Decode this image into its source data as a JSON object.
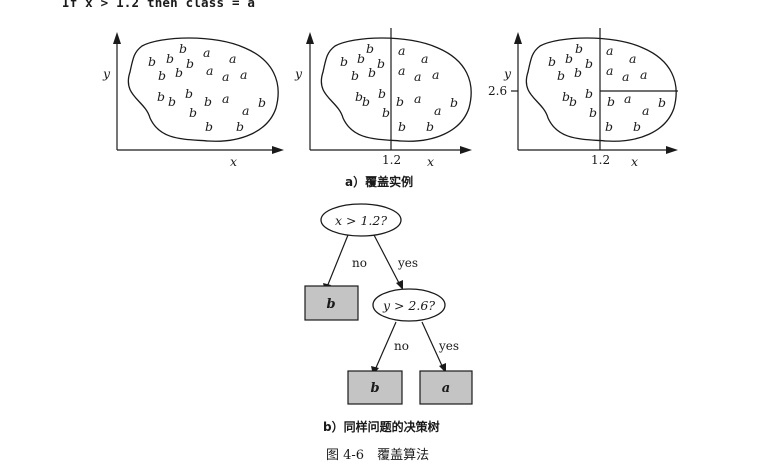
{
  "header": {
    "code_rule": "If x > 1.2 then class = a"
  },
  "panels": {
    "axis_x": "x",
    "axis_y": "y",
    "split_x_value": "1.2",
    "split_y_value": "2.6",
    "caption_a": "a）覆盖实例"
  },
  "tree": {
    "root_test": "x > 1.2?",
    "inner_test": "y > 2.6?",
    "edge_no_1": "no",
    "edge_yes_1": "yes",
    "edge_no_2": "no",
    "edge_yes_2": "yes",
    "leaf_left": "b",
    "leaf_bottom_left": "b",
    "leaf_bottom_right": "a",
    "caption_b": "b）同样问题的决策树"
  },
  "figure": {
    "caption": "图 4-6　覆盖算法"
  },
  "colors": {
    "leaf_fill": "#c4c4c4",
    "ink": "#1a1a1a"
  }
}
